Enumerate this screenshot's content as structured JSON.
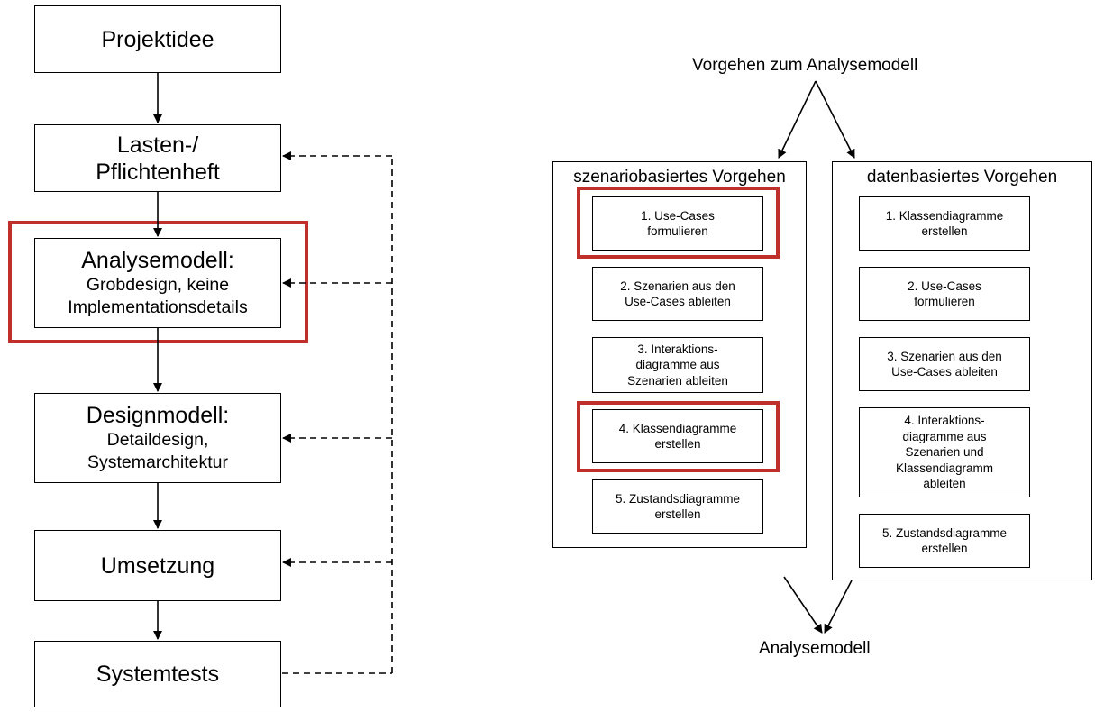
{
  "left_flow": {
    "projektidee": "Projektidee",
    "lastenheft_l1": "Lasten-/",
    "lastenheft_l2": "Pflichtenheft",
    "analysemodell_title": "Analysemodell:",
    "analysemodell_sub1": "Grobdesign, keine",
    "analysemodell_sub2": "Implementationsdetails",
    "designmodell_title": "Designmodell:",
    "designmodell_sub1": "Detaildesign,",
    "designmodell_sub2": "Systemarchitektur",
    "umsetzung": "Umsetzung",
    "systemtests": "Systemtests"
  },
  "right_diagram": {
    "top_label": "Vorgehen zum Analysemodell",
    "bottom_label": "Analysemodell",
    "scenario_panel": {
      "title": "szenariobasiertes Vorgehen",
      "steps": [
        [
          "1. Use-Cases",
          "formulieren"
        ],
        [
          "2. Szenarien aus den",
          "Use-Cases ableiten"
        ],
        [
          "3. Interaktions-",
          "diagramme aus",
          "Szenarien ableiten"
        ],
        [
          "4. Klassendiagramme",
          "erstellen"
        ],
        [
          "5. Zustandsdiagramme",
          "erstellen"
        ]
      ]
    },
    "data_panel": {
      "title": "datenbasiertes Vorgehen",
      "steps": [
        [
          "1. Klassendiagramme",
          "erstellen"
        ],
        [
          "2. Use-Cases",
          "formulieren"
        ],
        [
          "3. Szenarien aus den",
          "Use-Cases ableiten"
        ],
        [
          "4. Interaktions-",
          "diagramme aus",
          "Szenarien  und",
          "Klassendiagramm",
          "ableiten"
        ],
        [
          "5. Zustandsdiagramme",
          "erstellen"
        ]
      ]
    }
  },
  "colors": {
    "highlight": "#c0302a",
    "line": "#000000"
  }
}
